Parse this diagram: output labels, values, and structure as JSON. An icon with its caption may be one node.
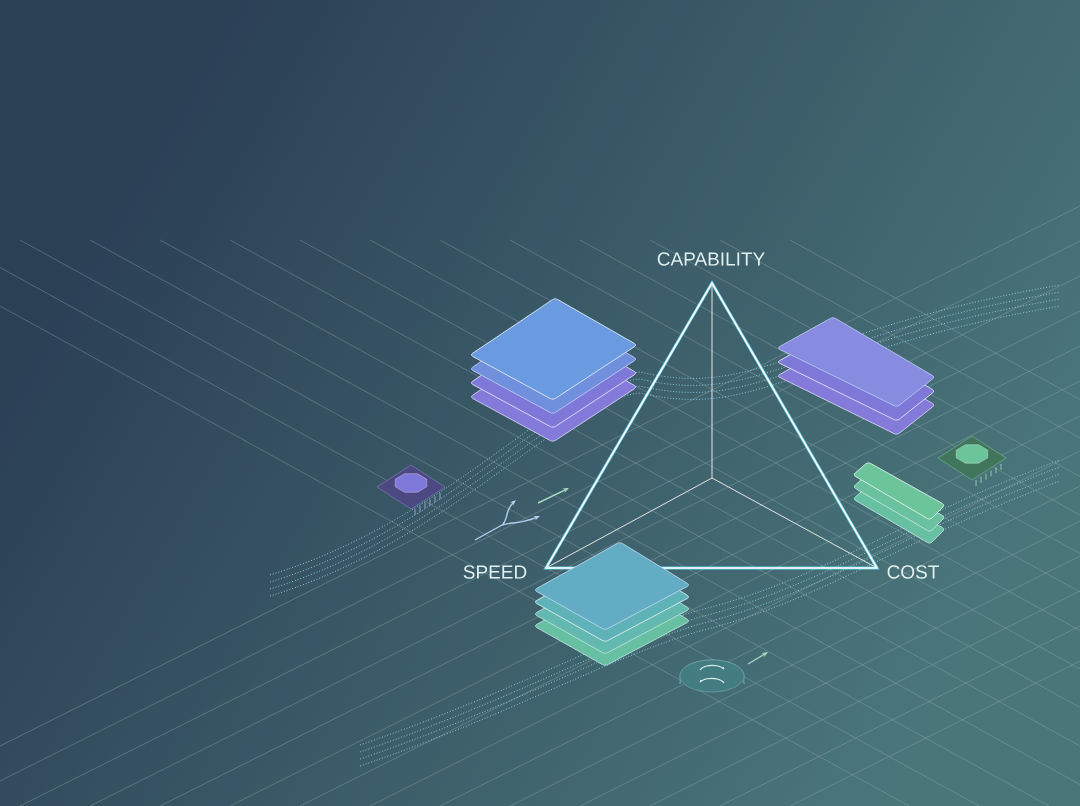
{
  "diagram": {
    "labels": [
      "CAPABILITY",
      "SPEED",
      "COST"
    ]
  }
}
